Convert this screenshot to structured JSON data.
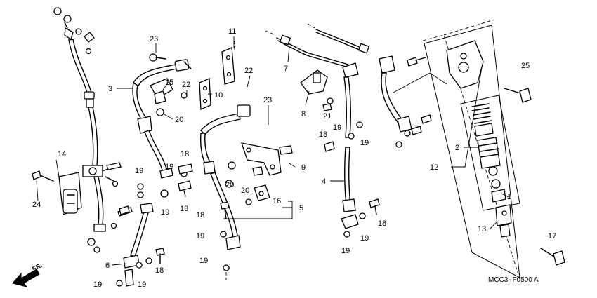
{
  "diagram": {
    "diagram_code": "MCC3- F0500 A",
    "direction_marker": "FR.",
    "callouts": {
      "p1": "1",
      "p2": "2",
      "p3": "3",
      "p4": "4",
      "p5": "5",
      "p6": "6",
      "p7": "7",
      "p8": "8",
      "p9": "9",
      "p10": "10",
      "p11": "11",
      "p12": "12",
      "p13": "13",
      "p14": "14",
      "p15": "15",
      "p16": "16",
      "p17": "17",
      "p18": "18",
      "p19": "19",
      "p20": "20",
      "p21": "21",
      "p22": "22",
      "p23": "23",
      "p24": "24",
      "p25": "25"
    }
  }
}
